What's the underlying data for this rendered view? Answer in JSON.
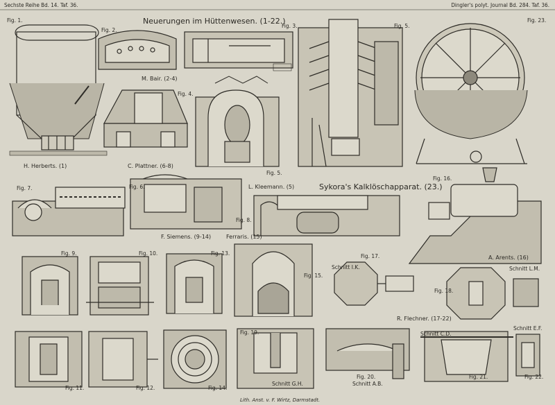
{
  "header": {
    "left": "Sechste Reihe Bd. 14. Taf. 36.",
    "right": "Dingler's polyt. Journal Bd. 284. Taf. 36."
  },
  "titles": {
    "main": "Neuerungen im Hüttenwesen. (1-22.)",
    "sykora": "Sykora's Kalklöschapparat. (23.)"
  },
  "labels": {
    "herberts": "H. Herberts. (1)",
    "plattner": "C. Plattner. (6-8)",
    "bair": "M. Bair. (2-4)",
    "kleemann": "L. Kleemann. (5)",
    "siemens": "F. Siemens. (9-14)",
    "ferraris": "Ferraris. (15)",
    "arents": "A. Arents. (16)",
    "flechner": "R. Flechner. (17-22)"
  },
  "figures": [
    "Fig. 1.",
    "Fig. 2.",
    "Fig. 3.",
    "Fig. 4.",
    "Fig. 5.",
    "Fig. 5.",
    "Fig. 23.",
    "Fig. 7.",
    "Fig. 6.",
    "Fig. 8.",
    "Fig. 16.",
    "Fig. 9.",
    "Fig. 10.",
    "Fig. 13.",
    "Fig. 15.",
    "Fig. 17.",
    "Fig. 18.",
    "Fig. 11.",
    "Fig. 12.",
    "Fig. 14.",
    "Fig. 19.",
    "Fig. 20.",
    "Fig. 21.",
    "Fig. 22."
  ],
  "sections": {
    "ik": "Schnitt I.K.",
    "lm": "Schnitt L.M.",
    "ef": "Schnitt E.F.",
    "cd": "Schnitt C.D.",
    "gh": "Schnitt G.H.",
    "ab": "Schnitt A.B."
  },
  "footer": "Lith. Anst. v. F. Wirtz, Darmstadt."
}
